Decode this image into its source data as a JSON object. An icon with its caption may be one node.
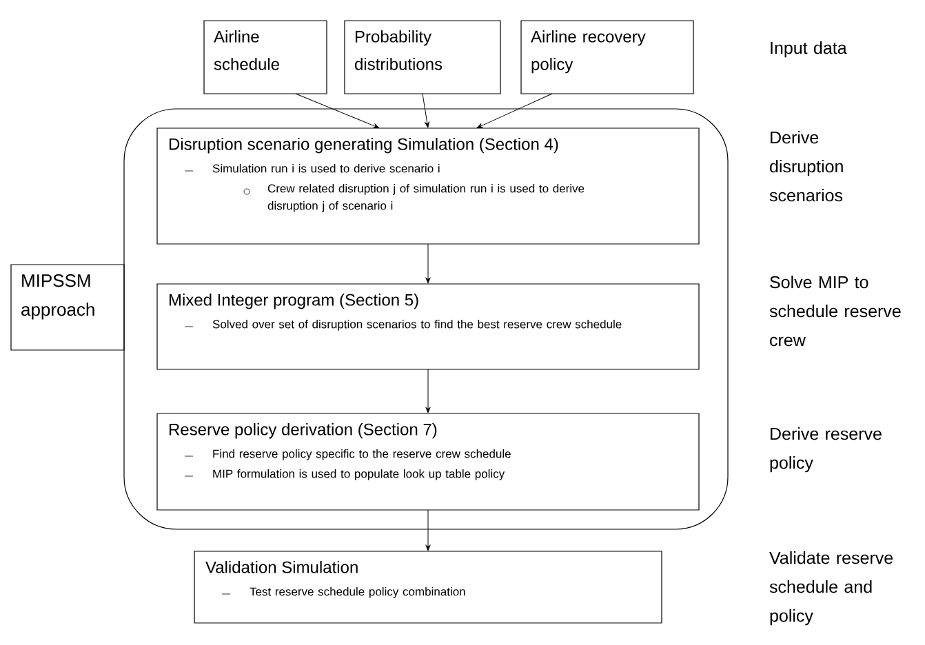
{
  "diagram": {
    "nodes": [
      {
        "text": [
          "Airline schedule"
        ]
      },
      {
        "text": [
          "Probability distributions"
        ]
      },
      {
        "text": [
          "Airline recovery policy"
        ]
      },
      {
        "text": [],
        "shape": "box"
      },
      {
        "text": [
          "Disruption scenario generating Simulation (Section 4)",
          "Simulation run i is used to derive scenario i",
          "Crew related disruption j of simulation run i is used to derive disruption j of scenario i"
        ],
        "in": 3
      },
      {
        "text": [
          "Mixed Integer program (Section 5)",
          "Solved over set of disruption scenarios to find the best reserve crew schedule"
        ],
        "in": 3
      },
      {
        "text": [
          "Reserve policy derivation (Section 7)",
          "Find reserve policy specific to the reserve crew schedule",
          "MIP formulation is used to populate look up table policy"
        ],
        "in": 3
      },
      {
        "text": [
          "Validation Simulation",
          "Test reserve schedule policy combination"
        ]
      },
      {
        "text": [
          "MIPSSM approach"
        ]
      }
    ],
    "edges": [
      {
        "from": 0,
        "to": 4,
        "arrow": "to"
      },
      {
        "from": 1,
        "to": 4,
        "arrow": "to"
      },
      {
        "from": 2,
        "to": 4,
        "arrow": "to"
      },
      {
        "from": 4,
        "to": 5,
        "arrow": "to"
      },
      {
        "from": 5,
        "to": 6,
        "arrow": "to"
      },
      {
        "from": 6,
        "to": 7,
        "arrow": "to"
      }
    ],
    "labels": [
      "Input data",
      "Derive disruption scenarios",
      "Solve MIP to schedule reserve crew",
      "Derive reserve policy",
      "Validate reserve schedule and policy"
    ]
  }
}
